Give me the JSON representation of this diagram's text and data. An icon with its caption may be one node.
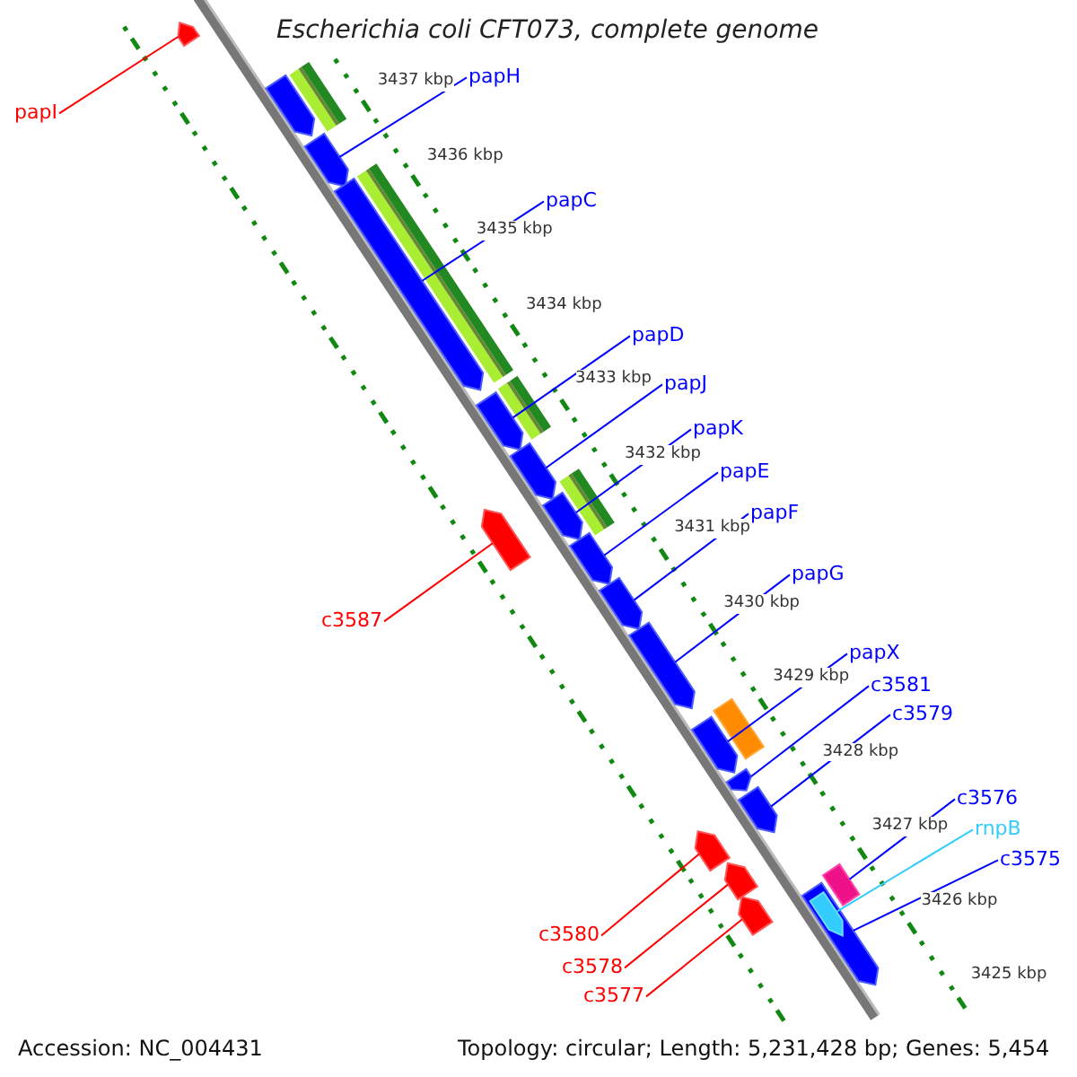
{
  "diagram": {
    "title": "Escherichia coli CFT073, complete genome",
    "nodes": [
      {
        "text": [
          "papI"
        ]
      },
      {
        "text": [
          "papH"
        ]
      },
      {
        "text": [
          "papC"
        ]
      },
      {
        "text": [
          "papD"
        ]
      },
      {
        "text": [
          "papJ"
        ]
      },
      {
        "text": [
          "papK"
        ]
      },
      {
        "text": [
          "papE"
        ]
      },
      {
        "text": [
          "papF"
        ]
      },
      {
        "text": [
          "papG"
        ]
      },
      {
        "text": [
          "c3587"
        ]
      },
      {
        "text": [
          "papX"
        ]
      },
      {
        "text": [
          "c3581"
        ]
      },
      {
        "text": [
          "c3579"
        ]
      },
      {
        "text": [
          "c3576"
        ]
      },
      {
        "text": [
          "rnpB"
        ]
      },
      {
        "text": [
          "c3575"
        ]
      },
      {
        "text": [
          "c3580"
        ]
      },
      {
        "text": [
          "c3578"
        ]
      },
      {
        "text": [
          "c3577"
        ]
      },
      {
        "text": [],
        "shape": "arrow"
      },
      {
        "text": [],
        "shape": "arrow"
      },
      {
        "text": [],
        "shape": "arrow"
      },
      {
        "text": [],
        "shape": "arrow"
      },
      {
        "text": [],
        "shape": "arrow"
      },
      {
        "text": [],
        "shape": "arrow"
      },
      {
        "text": [],
        "shape": "arrow"
      },
      {
        "text": [],
        "shape": "arrow"
      },
      {
        "text": [],
        "shape": "arrow"
      },
      {
        "text": [],
        "shape": "arrow"
      },
      {
        "text": [],
        "shape": "arrow"
      },
      {
        "text": [],
        "shape": "arrow"
      },
      {
        "text": [],
        "shape": "arrow"
      },
      {
        "text": [],
        "shape": "arrow"
      },
      {
        "text": [],
        "shape": "arrow"
      },
      {
        "text": [],
        "shape": "arrow"
      },
      {
        "text": [],
        "shape": "box"
      },
      {
        "text": [],
        "shape": "arrow"
      },
      {
        "text": [],
        "shape": "arrow",
        "in": 36
      },
      {
        "text": [],
        "shape": "arrow"
      },
      {
        "text": [],
        "shape": "box"
      }
    ],
    "edges": [
      {
        "from": 0,
        "to": 19,
        "arrow": "none",
        "color": "#ff0000"
      },
      {
        "from": 1,
        "to": 20,
        "arrow": "none"
      },
      {
        "from": 2,
        "to": 21,
        "arrow": "none"
      },
      {
        "from": 3,
        "to": 22,
        "arrow": "none"
      },
      {
        "from": 4,
        "to": 23,
        "arrow": "none"
      },
      {
        "from": 5,
        "to": 24,
        "arrow": "none"
      },
      {
        "from": 6,
        "to": 25,
        "arrow": "none"
      },
      {
        "from": 7,
        "to": 26,
        "arrow": "none"
      },
      {
        "from": 8,
        "to": 27,
        "arrow": "none"
      },
      {
        "from": 9,
        "to": 28,
        "arrow": "none",
        "color": "#ff0000"
      },
      {
        "from": 10,
        "to": 29,
        "arrow": "none"
      },
      {
        "from": 11,
        "to": 30,
        "arrow": "none"
      },
      {
        "from": 12,
        "to": 31,
        "arrow": "none"
      },
      {
        "from": 13,
        "to": 35,
        "arrow": "none"
      },
      {
        "from": 14,
        "to": 37,
        "arrow": "none",
        "color": "#33ccff"
      },
      {
        "from": 15,
        "to": 36,
        "arrow": "none"
      },
      {
        "from": 16,
        "to": 32,
        "arrow": "none",
        "color": "#ff0000"
      },
      {
        "from": 17,
        "to": 33,
        "arrow": "none",
        "color": "#ff0000"
      },
      {
        "from": 18,
        "to": 34,
        "arrow": "none",
        "color": "#ff0000"
      }
    ],
    "labels": [
      "3437 kbp",
      "3436 kbp",
      "3435 kbp",
      "3434 kbp",
      "3433 kbp",
      "3432 kbp",
      "3431 kbp",
      "3430 kbp",
      "3429 kbp",
      "3428 kbp",
      "3427 kbp",
      "3426 kbp",
      "3425 kbp",
      "Accession: NC_004431",
      "Topology: circular; Length: 5,231,428 bp; Genes: 5,454"
    ]
  }
}
